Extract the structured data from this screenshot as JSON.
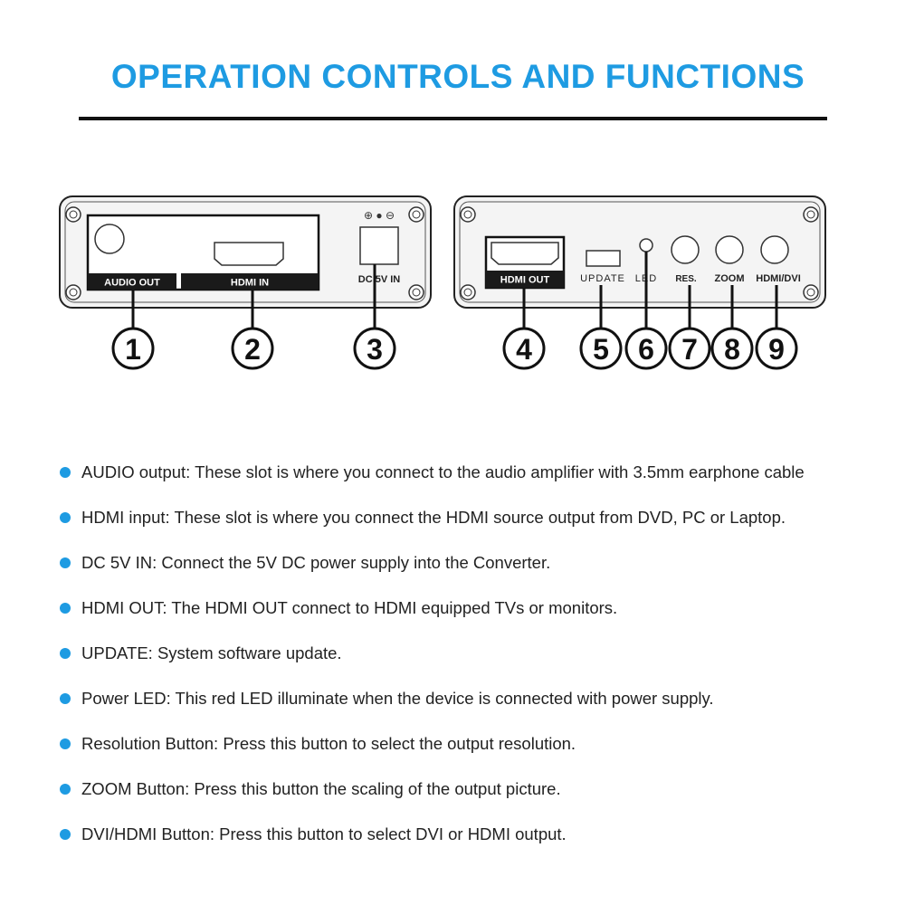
{
  "title": "OPERATION CONTROLS AND FUNCTIONS",
  "colors": {
    "accent": "#1e9be2",
    "panel_fill": "#f4f4f4",
    "label_bar": "#1a1a1a"
  },
  "left_panel": {
    "audio_out_label": "AUDIO OUT",
    "hdmi_in_label": "HDMI IN",
    "dc_label": "DC 5V IN",
    "polarity_symbol": "⊕ ● ⊖"
  },
  "right_panel": {
    "hdmi_out_label": "HDMI OUT",
    "update_label": "UPDATE",
    "led_label": "LED",
    "res_label": "RES.",
    "zoom_label": "ZOOM",
    "hdmi_dvi_label": "HDMI/DVI"
  },
  "callouts": [
    "1",
    "2",
    "3",
    "4",
    "5",
    "6",
    "7",
    "8",
    "9"
  ],
  "bullets": [
    "AUDIO output: These slot is where you connect to the audio amplifier with 3.5mm earphone cable",
    "HDMI input: These slot is where you connect the HDMI source output from DVD, PC or Laptop.",
    "DC 5V IN: Connect the 5V DC power supply into the Converter.",
    "HDMI OUT: The HDMI OUT connect to HDMI equipped TVs or monitors.",
    "UPDATE: System software update.",
    "Power LED: This red LED illuminate when the device is connected with power supply.",
    "Resolution Button: Press this button to select the output resolution.",
    "ZOOM Button: Press this button the scaling of the output picture.",
    "DVI/HDMI Button: Press this button to select DVI or HDMI output."
  ]
}
